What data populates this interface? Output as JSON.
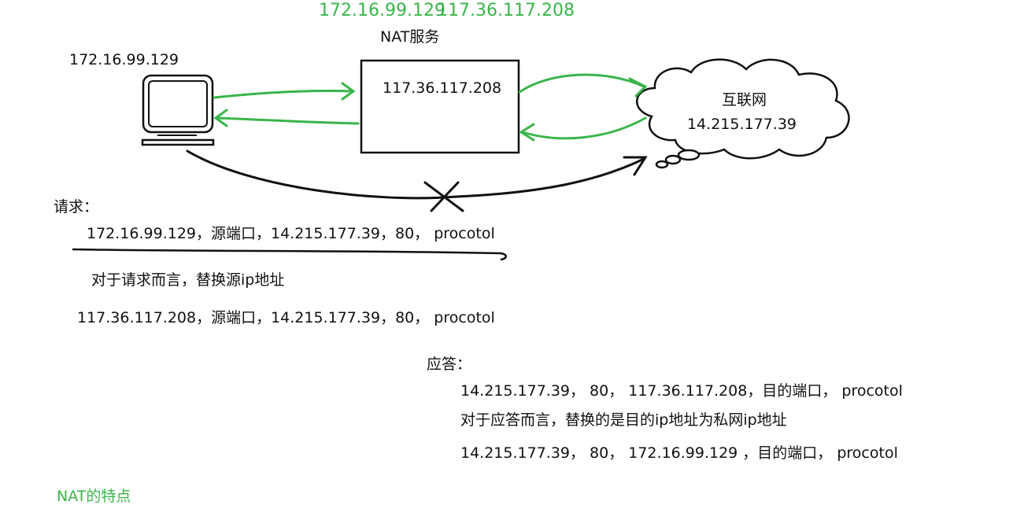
{
  "header": {
    "mapping_private": "172.16.99.129",
    "mapping_public": "117.36.117.208"
  },
  "nat": {
    "title": "NAT服务",
    "ip": "117.36.117.208"
  },
  "client": {
    "ip": "172.16.99.129"
  },
  "internet": {
    "label": "互联网",
    "ip": "14.215.177.39"
  },
  "request": {
    "heading": "请求：",
    "line1": "172.16.99.129，源端口，14.215.177.39，80， procotol",
    "note": "对于请求而言，替换源ip地址",
    "line2": "117.36.117.208，源端口，14.215.177.39，80， procotol"
  },
  "response": {
    "heading": "应答：",
    "line1": "14.215.177.39， 80， 117.36.117.208，目的端口， procotol",
    "note": "对于应答而言，替换的是目的ip地址为私网ip地址",
    "line2": "14.215.177.39， 80，  172.16.99.129 ，目的端口， procotol"
  },
  "footer": {
    "partial_heading": "NAT的特点"
  },
  "colors": {
    "arrow": "#3ab54a",
    "ink": "#111111"
  }
}
